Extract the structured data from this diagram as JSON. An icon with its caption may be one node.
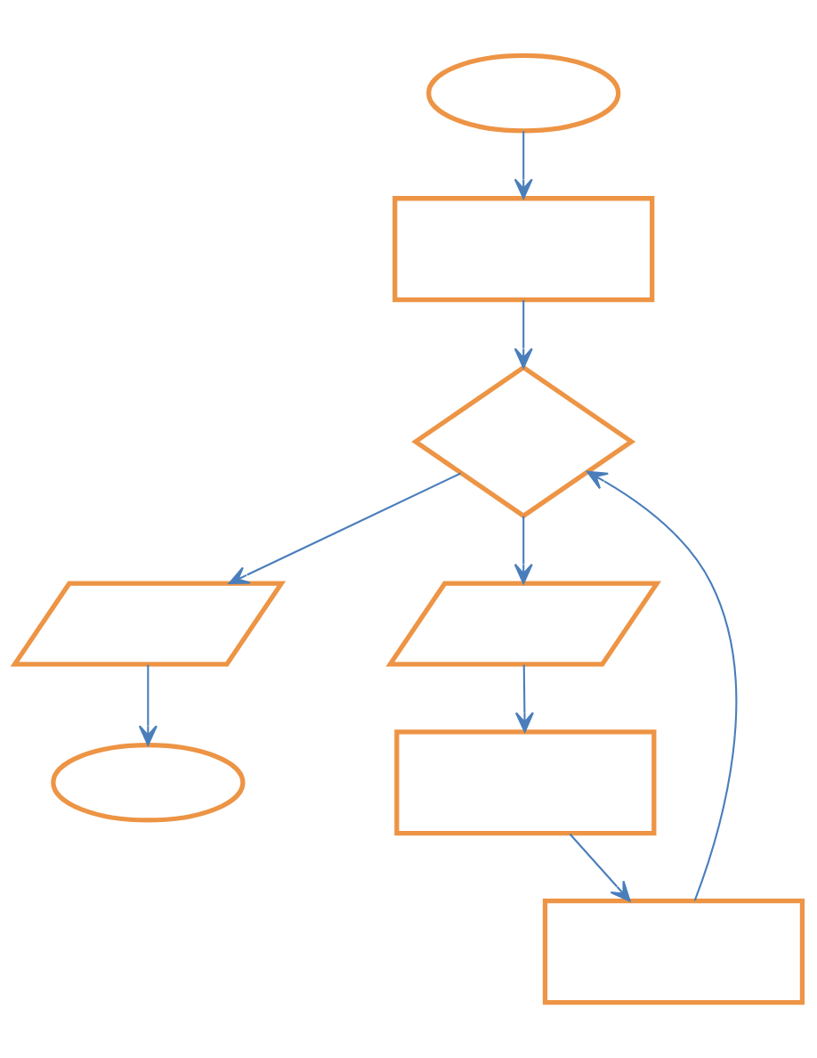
{
  "diagram": {
    "nodes": [
      {
        "text": [],
        "shape": "ellipse"
      },
      {
        "text": [],
        "shape": "box"
      },
      {
        "text": [],
        "shape": "diamond"
      },
      {
        "text": [],
        "shape": "parallelogram"
      },
      {
        "text": [],
        "shape": "parallelogram"
      },
      {
        "text": [],
        "shape": "ellipse"
      },
      {
        "text": [],
        "shape": "box"
      },
      {
        "text": [],
        "shape": "box"
      }
    ],
    "edges": [
      {
        "from": 0,
        "to": 1,
        "arrow": "to"
      },
      {
        "from": 1,
        "to": 2,
        "arrow": "to"
      },
      {
        "from": 2,
        "to": 3,
        "arrow": "to"
      },
      {
        "from": 2,
        "to": 4,
        "arrow": "to"
      },
      {
        "from": 3,
        "to": 5,
        "arrow": "to"
      },
      {
        "from": 4,
        "to": 6,
        "arrow": "to"
      },
      {
        "from": 6,
        "to": 7,
        "arrow": "to"
      },
      {
        "from": 7,
        "to": 2,
        "arrow": "to"
      }
    ]
  }
}
